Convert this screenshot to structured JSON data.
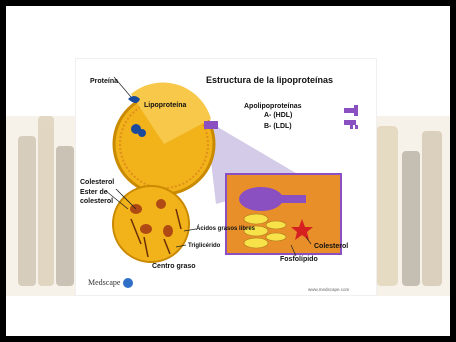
{
  "diagram": {
    "title": "Estructura de la lipoproteínas",
    "labels": {
      "proteina": "Proteína",
      "lipoproteina": "Lipoproteína",
      "apolipoproteinas": "Apolipoproteínas",
      "apo_a": "A- (HDL)",
      "apo_b": "B- (LDL)",
      "colesterol_left": "Colesterol",
      "ester_line1": "Ester de",
      "ester_line2": "colesterol",
      "acidos": "Ácidos grasos libres",
      "triglicerido": "Triglicérido",
      "centro": "Centro graso",
      "colesterol_right": "Colesterol",
      "fosfolipido": "Fosfolípido",
      "logo": "Medscape",
      "footer": "www.medscape.com"
    }
  },
  "colors": {
    "apo": "#8a4fc0",
    "sphere": "#f2b21a",
    "sphere_edge": "#c98a00",
    "inset_bg": "#e88f2a",
    "protein": "#1b4a9c",
    "purple_band": "#b8a8d8"
  }
}
